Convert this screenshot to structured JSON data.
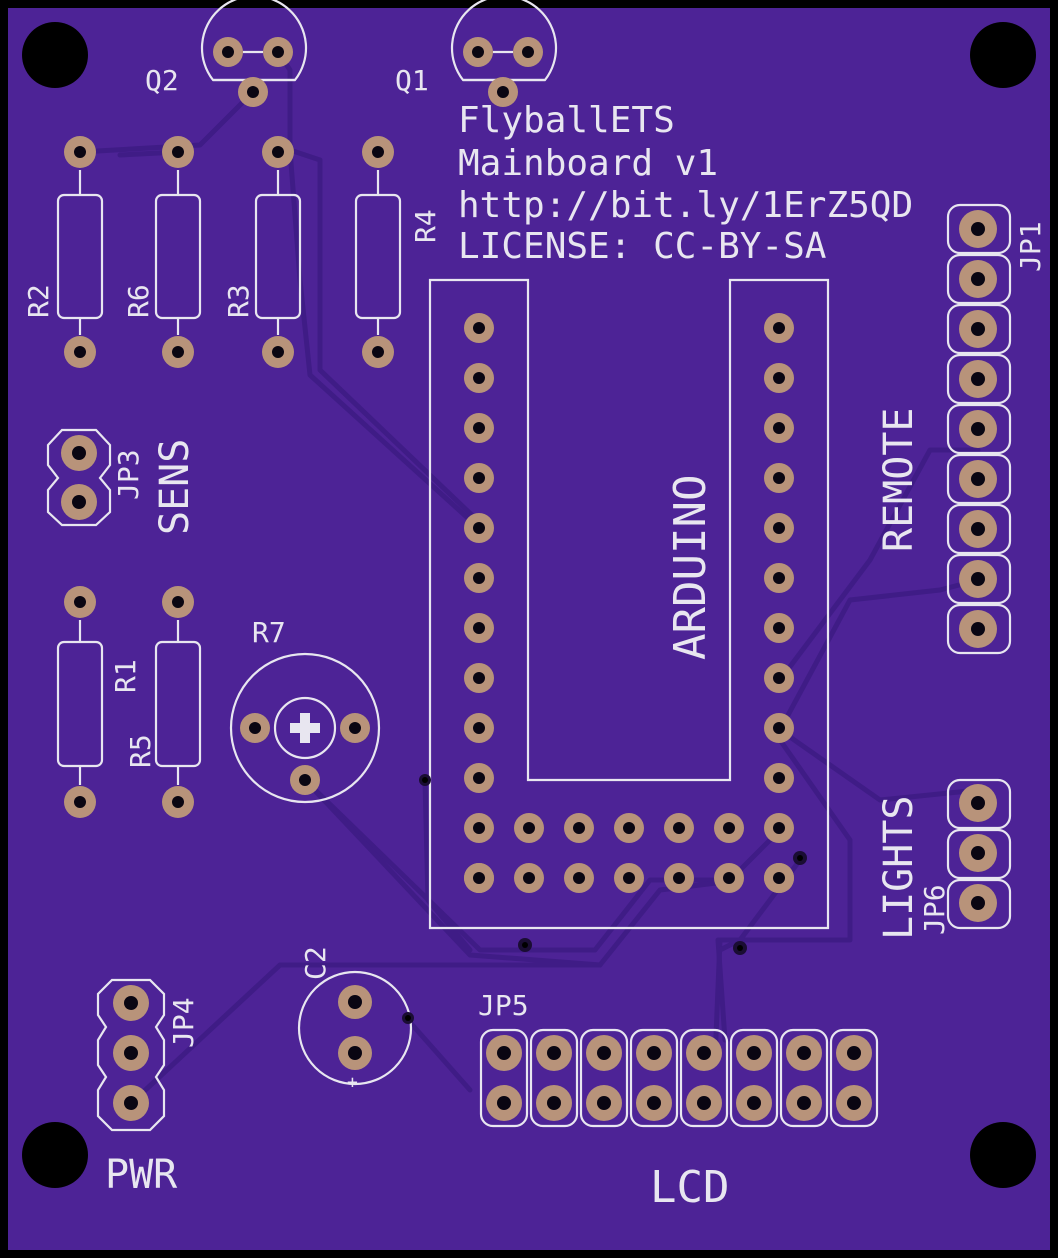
{
  "board": {
    "colors": {
      "mask": "#4d2396",
      "silk": "#e8e6f0",
      "pad": "#b8937a",
      "trace": "#3f1c86",
      "outline": "#000000"
    },
    "title_lines": [
      "FlyballETS",
      "Mainboard v1",
      "http://bit.ly/1ErZ5QD",
      "LICENSE: CC-BY-SA"
    ],
    "labels": {
      "q1": "Q1",
      "q2": "Q2",
      "r1": "R1",
      "r2": "R2",
      "r3": "R3",
      "r4": "R4",
      "r5": "R5",
      "r6": "R6",
      "r7": "R7",
      "c2": "C2",
      "jp1": "JP1",
      "jp3": "JP3",
      "jp4": "JP4",
      "jp5": "JP5",
      "jp6": "JP6",
      "sens": "SENS",
      "pwr": "PWR",
      "lcd": "LCD",
      "lights": "LIGHTS",
      "remote": "REMOTE",
      "arduino": "ARDUINO",
      "c2_plus": "+"
    }
  }
}
